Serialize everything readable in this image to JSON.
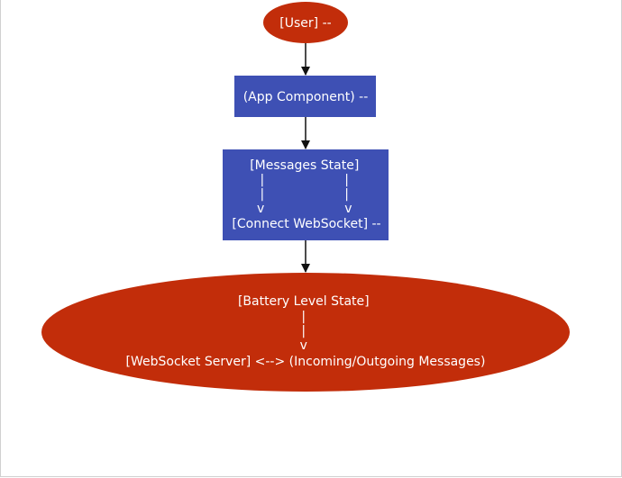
{
  "colors": {
    "ellipse_fill": "#c22d0a",
    "rect_fill": "#3e50b4",
    "edge": "#111111",
    "text": "#ffffff"
  },
  "nodes": {
    "user": {
      "lines": [
        "[User] --"
      ]
    },
    "app_component": {
      "lines": [
        "(App Component) --"
      ]
    },
    "messages_state": {
      "lines": [
        "[Messages State]",
        "|                    |",
        "|                    |",
        "v                    v",
        "[Connect WebSocket] --"
      ]
    },
    "battery_level_state": {
      "lines": [
        "[Battery Level State]",
        "|",
        "|",
        "v",
        "[WebSocket Server] <--> (Incoming/Outgoing Messages)"
      ]
    }
  }
}
